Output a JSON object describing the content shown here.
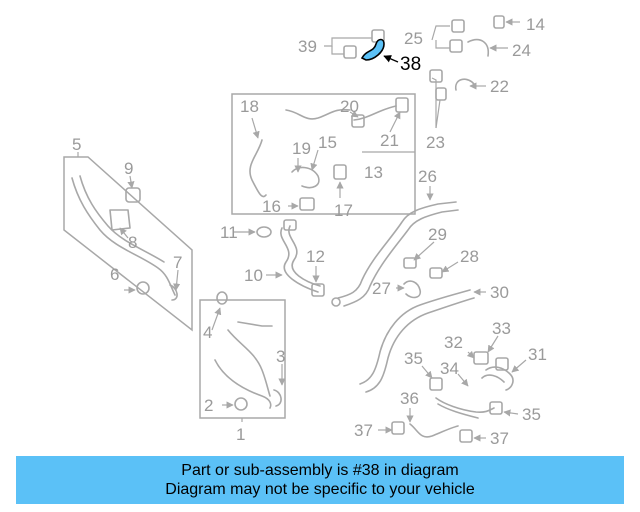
{
  "highlight_part": "38",
  "highlight_color": "#5bc1f7",
  "callouts": [
    {
      "label": "1"
    },
    {
      "label": "2"
    },
    {
      "label": "3"
    },
    {
      "label": "4"
    },
    {
      "label": "5"
    },
    {
      "label": "6"
    },
    {
      "label": "7"
    },
    {
      "label": "8"
    },
    {
      "label": "9"
    },
    {
      "label": "10"
    },
    {
      "label": "11"
    },
    {
      "label": "12"
    },
    {
      "label": "13"
    },
    {
      "label": "14"
    },
    {
      "label": "15"
    },
    {
      "label": "16"
    },
    {
      "label": "17"
    },
    {
      "label": "18"
    },
    {
      "label": "19"
    },
    {
      "label": "20"
    },
    {
      "label": "21"
    },
    {
      "label": "22"
    },
    {
      "label": "23"
    },
    {
      "label": "24"
    },
    {
      "label": "25"
    },
    {
      "label": "26"
    },
    {
      "label": "27"
    },
    {
      "label": "28"
    },
    {
      "label": "29"
    },
    {
      "label": "30"
    },
    {
      "label": "31"
    },
    {
      "label": "32"
    },
    {
      "label": "33"
    },
    {
      "label": "34"
    },
    {
      "label": "35"
    },
    {
      "label": "35"
    },
    {
      "label": "36"
    },
    {
      "label": "37"
    },
    {
      "label": "37"
    },
    {
      "label": "38"
    },
    {
      "label": "39"
    }
  ],
  "banner": {
    "line1": "Part or sub-assembly is #38 in diagram",
    "line2": "Diagram may not be specific to your vehicle",
    "color": "#5bc1f7"
  }
}
